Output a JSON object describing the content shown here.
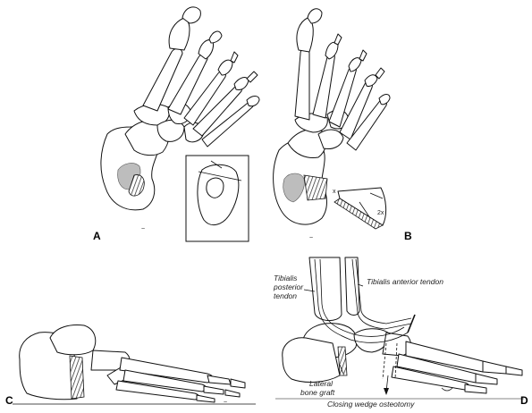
{
  "panels": {
    "a": {
      "letter": "A"
    },
    "b": {
      "letter": "B",
      "wedge_mark_1": "x",
      "wedge_mark_2": "2x"
    },
    "c": {
      "letter": "C"
    },
    "d": {
      "letter": "D",
      "labels": {
        "tibialis_anterior": "Tibialis anterior tendon",
        "tibialis_posterior_1": "Tibialis",
        "tibialis_posterior_2": "posterior",
        "tibialis_posterior_3": "tendon",
        "lateral_bone_graft_1": "Lateral",
        "lateral_bone_graft_2": "bone graft",
        "closing_wedge": "Closing wedge osteotomy"
      }
    }
  },
  "colors": {
    "line": "#111111",
    "shade": "#bdbdbd"
  }
}
